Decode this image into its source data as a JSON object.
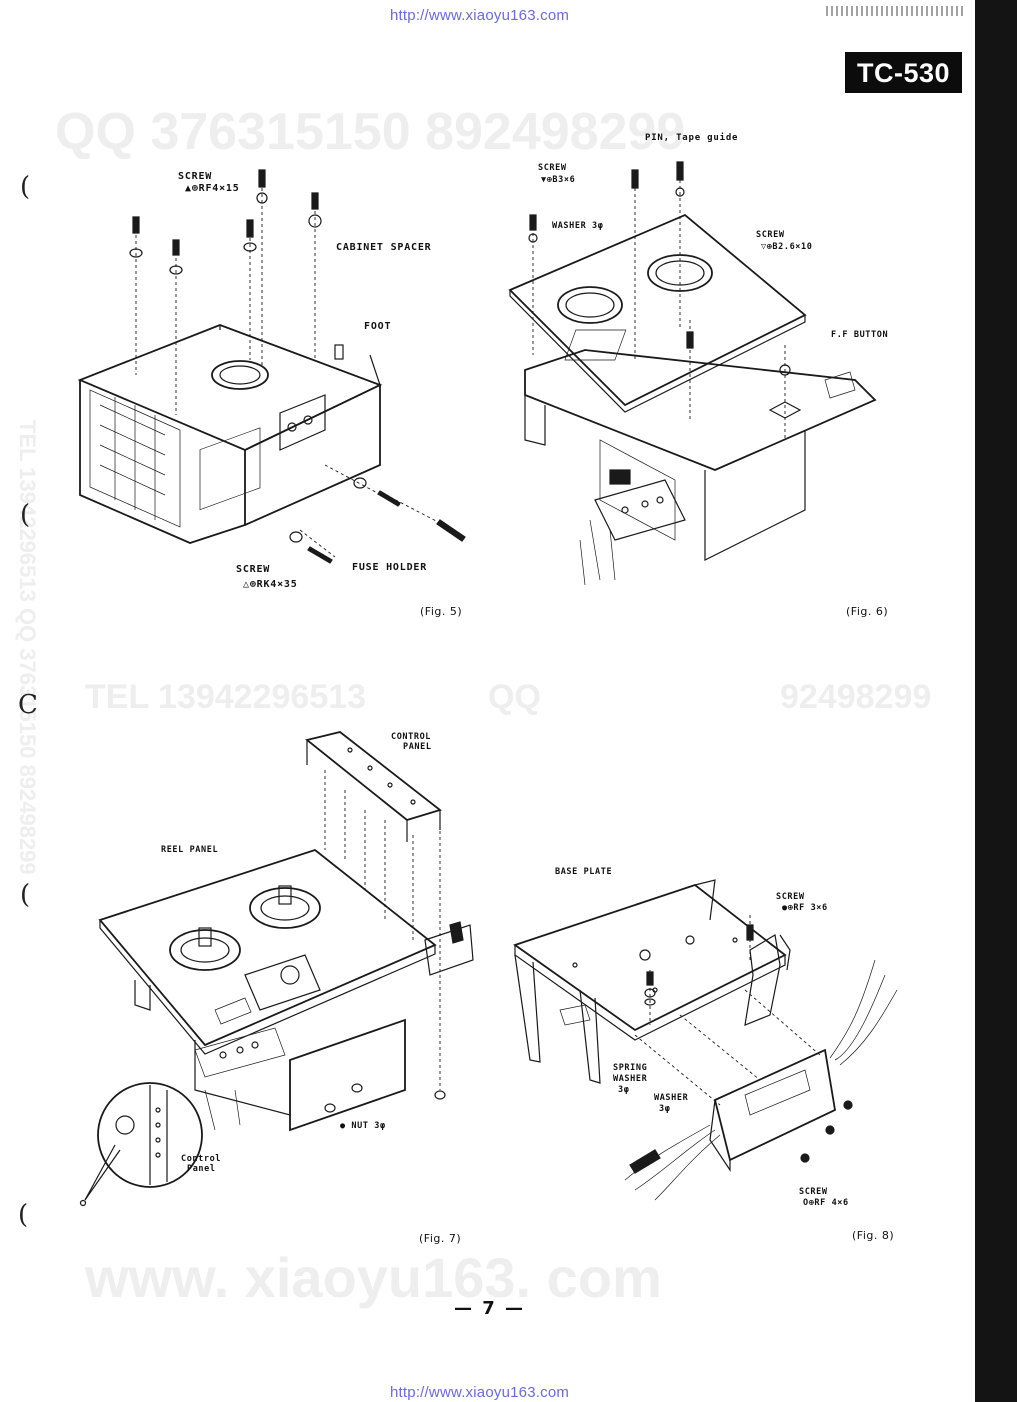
{
  "header": {
    "url_top": "http://www.xiaoyu163.com",
    "model": "TC-530"
  },
  "watermarks": {
    "top": "QQ 376315150    892498299",
    "middle_left": "TEL  13942296513",
    "middle_center": "QQ",
    "middle_right": "92498299",
    "bottom": "www. xiaoyu163. com",
    "vertical_left": "TEL  13942296513  QQ 376315150  892498299"
  },
  "fig5": {
    "caption": "(Fig. 5)",
    "screw_top": "SCREW",
    "screw_top_spec": "▲⊕RF4×15",
    "cabinet_spacer": "CABINET  SPACER",
    "foot": "FOOT",
    "screw_bottom": "SCREW",
    "screw_bottom_spec": "△⊕RK4×35",
    "fuse_holder": "FUSE  HOLDER"
  },
  "fig6": {
    "caption": "(Fig. 6)",
    "pin": "PIN, Tape guide",
    "screw_a": "SCREW",
    "screw_a_spec": "▼⊕B3×6",
    "washer": "WASHER 3φ",
    "screw_b": "SCREW",
    "screw_b_spec": "▽⊕B2.6×10",
    "ff_button": "F.F  BUTTON"
  },
  "fig7": {
    "caption": "(Fig. 7)",
    "control_panel_1": "CONTROL",
    "control_panel_2": "PANEL",
    "reel_panel": "REEL PANEL",
    "nut": "● NUT 3φ",
    "inset_1": "Control",
    "inset_2": "Panel"
  },
  "fig8": {
    "caption": "(Fig. 8)",
    "base_plate": "BASE PLATE",
    "screw_a": "SCREW",
    "screw_a_spec": "●⊕RF 3×6",
    "spring_washer_1": "SPRING",
    "spring_washer_2": "WASHER",
    "spring_washer_3": "3φ",
    "washer_1": "WASHER",
    "washer_2": "3φ",
    "screw_b": "SCREW",
    "screw_b_spec": "O⊕RF 4×6"
  },
  "footer": {
    "page_number": "— 7 —",
    "url_bottom": "http://www.xiaoyu163.com"
  }
}
